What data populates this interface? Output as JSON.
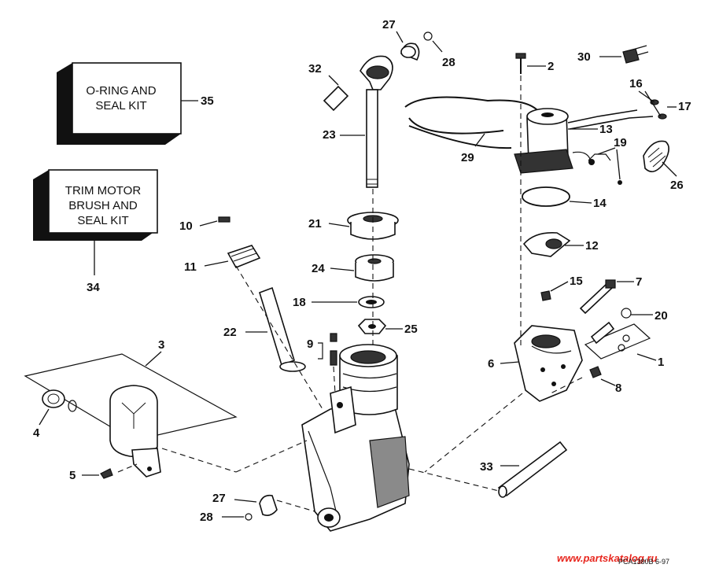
{
  "kits": {
    "oring": {
      "line1": "O-RING AND",
      "line2": "SEAL KIT",
      "ref": "35"
    },
    "trim": {
      "line1": "TRIM MOTOR",
      "line2": "BRUSH AND",
      "line3": "SEAL KIT",
      "ref": "34"
    }
  },
  "callouts": {
    "c1": "1",
    "c2": "2",
    "c3": "3",
    "c4": "4",
    "c5": "5",
    "c6": "6",
    "c7": "7",
    "c8": "8",
    "c9": "9",
    "c10": "10",
    "c11": "11",
    "c12": "12",
    "c13": "13",
    "c14": "14",
    "c15": "15",
    "c16": "16",
    "c17": "17",
    "c18": "18",
    "c19": "19",
    "c20": "20",
    "c21": "21",
    "c22": "22",
    "c23": "23",
    "c24": "24",
    "c25": "25",
    "c26": "26",
    "c27a": "27",
    "c27b": "27",
    "c28a": "28",
    "c28b": "28",
    "c29": "29",
    "c30": "30",
    "c32": "32",
    "c33": "33"
  },
  "footer": {
    "watermark": "www.partskatalog.ru",
    "drawing_ref": "PCA1380B 6-97"
  },
  "colors": {
    "watermark": "#e8271f",
    "ink": "#111111"
  }
}
